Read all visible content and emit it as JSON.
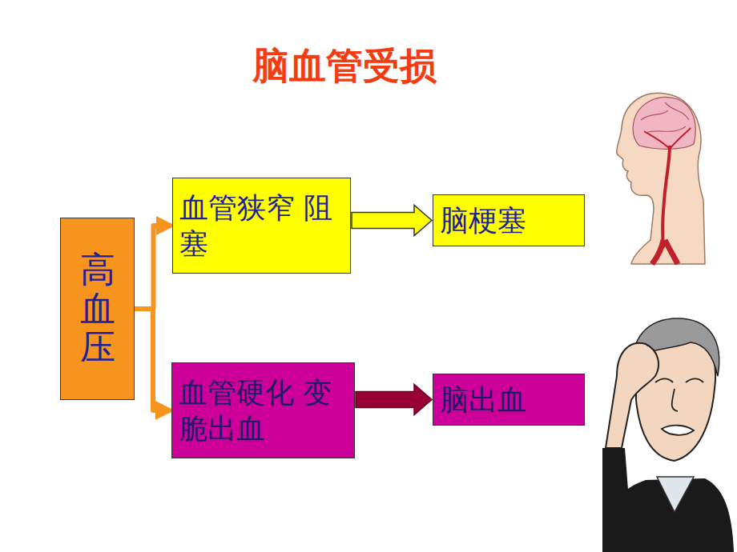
{
  "diagram": {
    "title": "脑血管受损",
    "nodes": [
      {
        "text": [
          "高血压"
        ]
      },
      {
        "text": [
          "血管狭窄 阻塞"
        ]
      },
      {
        "text": [
          "血管硬化 变脆出血"
        ]
      },
      {
        "text": [
          "脑梗塞"
        ]
      },
      {
        "text": [
          "脑出血"
        ]
      }
    ],
    "edges": [
      {
        "from": 0,
        "to": 1,
        "arrow": "to"
      },
      {
        "from": 0,
        "to": 2,
        "arrow": "to"
      },
      {
        "from": 1,
        "to": 3,
        "arrow": "to"
      },
      {
        "from": 2,
        "to": 4,
        "arrow": "to"
      }
    ]
  }
}
